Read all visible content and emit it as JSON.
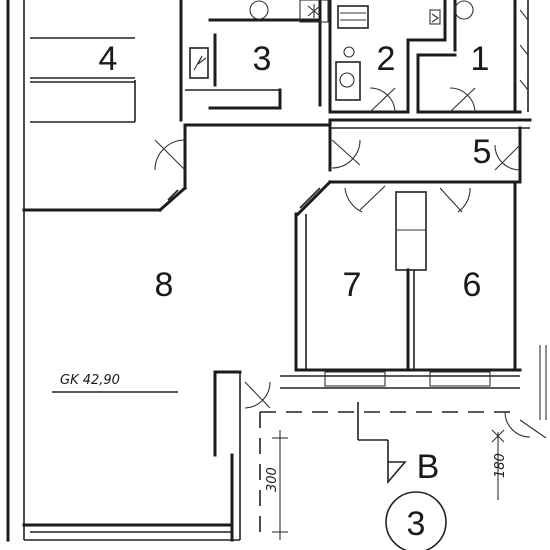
{
  "rooms": {
    "r1": "1",
    "r2": "2",
    "r3": "3",
    "r4": "4",
    "r5": "5",
    "r6": "6",
    "r7": "7",
    "r8": "8"
  },
  "annotations": {
    "floor_level": "GK 42,90",
    "terrace_depth": "300",
    "terrace_right_dim": "180",
    "section_marker": "B",
    "unit_number": "3"
  },
  "colors": {
    "ink": "#1c1c1c",
    "paper": "#ffffff"
  }
}
